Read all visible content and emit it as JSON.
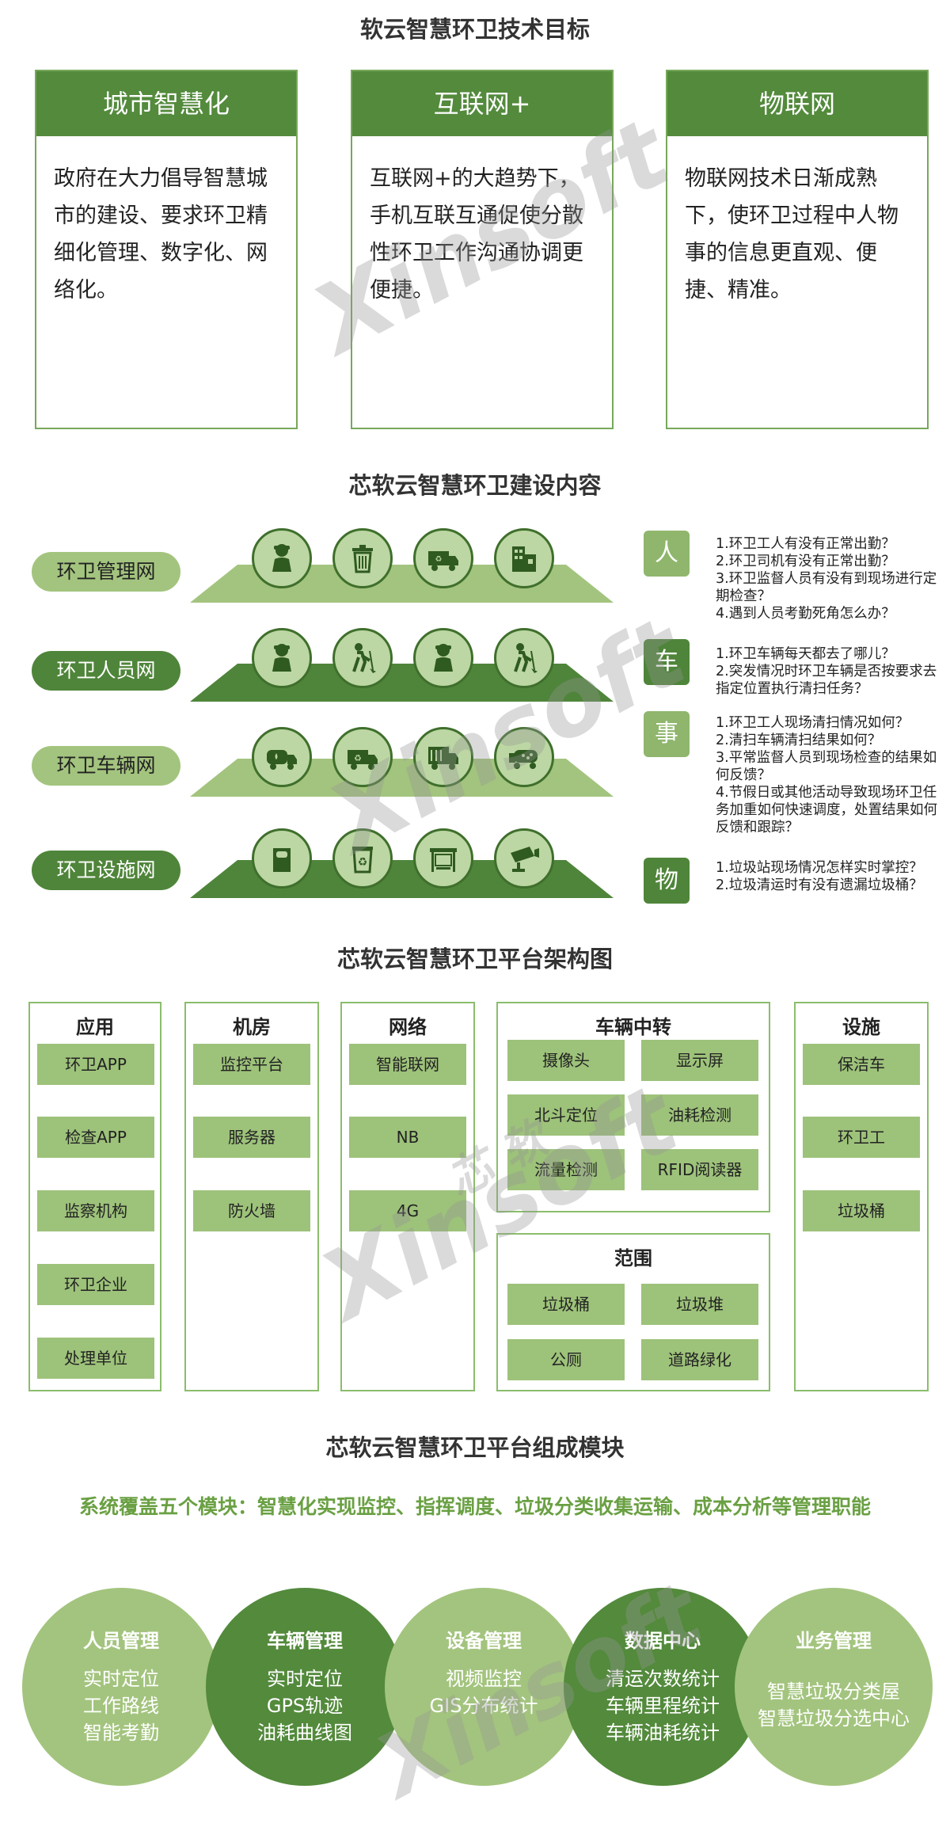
{
  "section1": {
    "title": "软云智慧环卫技术目标",
    "cards": [
      {
        "title": "城市智慧化",
        "text": "政府在大力倡导智慧城市的建设、要求环卫精细化管理、数字化、网络化。"
      },
      {
        "title": "互联网+",
        "text": "互联网+的大趋势下，手机互联互通促使分散性环卫工作沟通协调更便捷。"
      },
      {
        "title": "物联网",
        "text": "物联网技术日渐成熟下，使环卫过程中人物事的信息更直观、便捷、精准。"
      }
    ]
  },
  "section2": {
    "title": "芯软云智慧环卫建设内容",
    "networks": [
      "环卫管理网",
      "环卫人员网",
      "环卫车辆网",
      "环卫设施网"
    ],
    "categories": [
      "人",
      "车",
      "事",
      "物"
    ],
    "questions": [
      [
        "1.环卫工人有没有正常出勤？",
        "2.环卫司机有没有正常出勤？",
        "3.环卫监督人员有没有到现场进行定期检查？",
        "4.遇到人员考勤死角怎么办？"
      ],
      [
        "1.环卫车辆每天都去了哪儿？",
        "2.突发情况时环卫车辆是否按要求去指定位置执行清扫任务？"
      ],
      [
        "1.环卫工人现场清扫情况如何？",
        "2.清扫车辆清扫结果如何？",
        "3.平常监督人员到现场检查的结果如何反馈？",
        "4.节假日或其他活动导致现场环卫任务加重如何快速调度，处置结果如何反馈和跟踪？"
      ],
      [
        "1.垃圾站现场情况怎样实时掌控？",
        "2.垃圾清运时有没有遗漏垃圾桶？"
      ]
    ],
    "icons": [
      [
        "worker-icon",
        "trash-bin-icon",
        "garbage-truck-icon",
        "building-icon"
      ],
      [
        "worker-icon",
        "sweeper-icon",
        "worker-icon",
        "sweeper-icon"
      ],
      [
        "tank-truck-icon",
        "recycle-truck-icon",
        "dump-truck-icon",
        "sprinkler-truck-icon"
      ],
      [
        "trash-can-icon",
        "recycle-bin-icon",
        "bus-stop-icon",
        "camera-icon"
      ]
    ]
  },
  "section3": {
    "title": "芯软云智慧环卫平台架构图",
    "apply": {
      "title": "应用",
      "items": [
        "环卫APP",
        "检查APP",
        "监察机构",
        "环卫企业",
        "处理单位"
      ]
    },
    "room": {
      "title": "机房",
      "items": [
        "监控平台",
        "服务器",
        "防火墙"
      ]
    },
    "network": {
      "title": "网络",
      "items": [
        "智能联网",
        "NB",
        "4G"
      ]
    },
    "vehicle": {
      "title": "车辆中转",
      "items": [
        "摄像头",
        "显示屏",
        "北斗定位",
        "油耗检测",
        "流量检测",
        "RFID阅读器"
      ]
    },
    "scope": {
      "title": "范围",
      "items": [
        "垃圾桶",
        "垃圾堆",
        "公厕",
        "道路绿化"
      ]
    },
    "facility": {
      "title": "设施",
      "items": [
        "保洁车",
        "环卫工",
        "垃圾桶"
      ]
    }
  },
  "section4": {
    "title": "芯软云智慧环卫平台组成模块",
    "subtitle": "系统覆盖五个模块：智慧化实现监控、指挥调度、垃圾分类收集运输、成本分析等管理职能",
    "modules": [
      {
        "title": "人员管理",
        "lines": [
          "实时定位",
          "工作路线",
          "智能考勤"
        ]
      },
      {
        "title": "车辆管理",
        "lines": [
          "实时定位",
          "GPS轨迹",
          "油耗曲线图"
        ]
      },
      {
        "title": "设备管理",
        "lines": [
          "视频监控",
          "GIS分布统计"
        ]
      },
      {
        "title": "数据中心",
        "lines": [
          "清运次数统计",
          "车辆里程统计",
          "车辆油耗统计"
        ]
      },
      {
        "title": "业务管理",
        "lines": [
          "智慧垃圾分类屋",
          "智慧垃圾分选中心"
        ]
      }
    ]
  },
  "watermark": {
    "text": "Xinsoft",
    "cn": "芯 软"
  },
  "colors": {
    "dark_green": "#538a3c",
    "light_green": "#a3c47e",
    "item_green": "#9dc27a",
    "border_green": "#77a85a"
  }
}
